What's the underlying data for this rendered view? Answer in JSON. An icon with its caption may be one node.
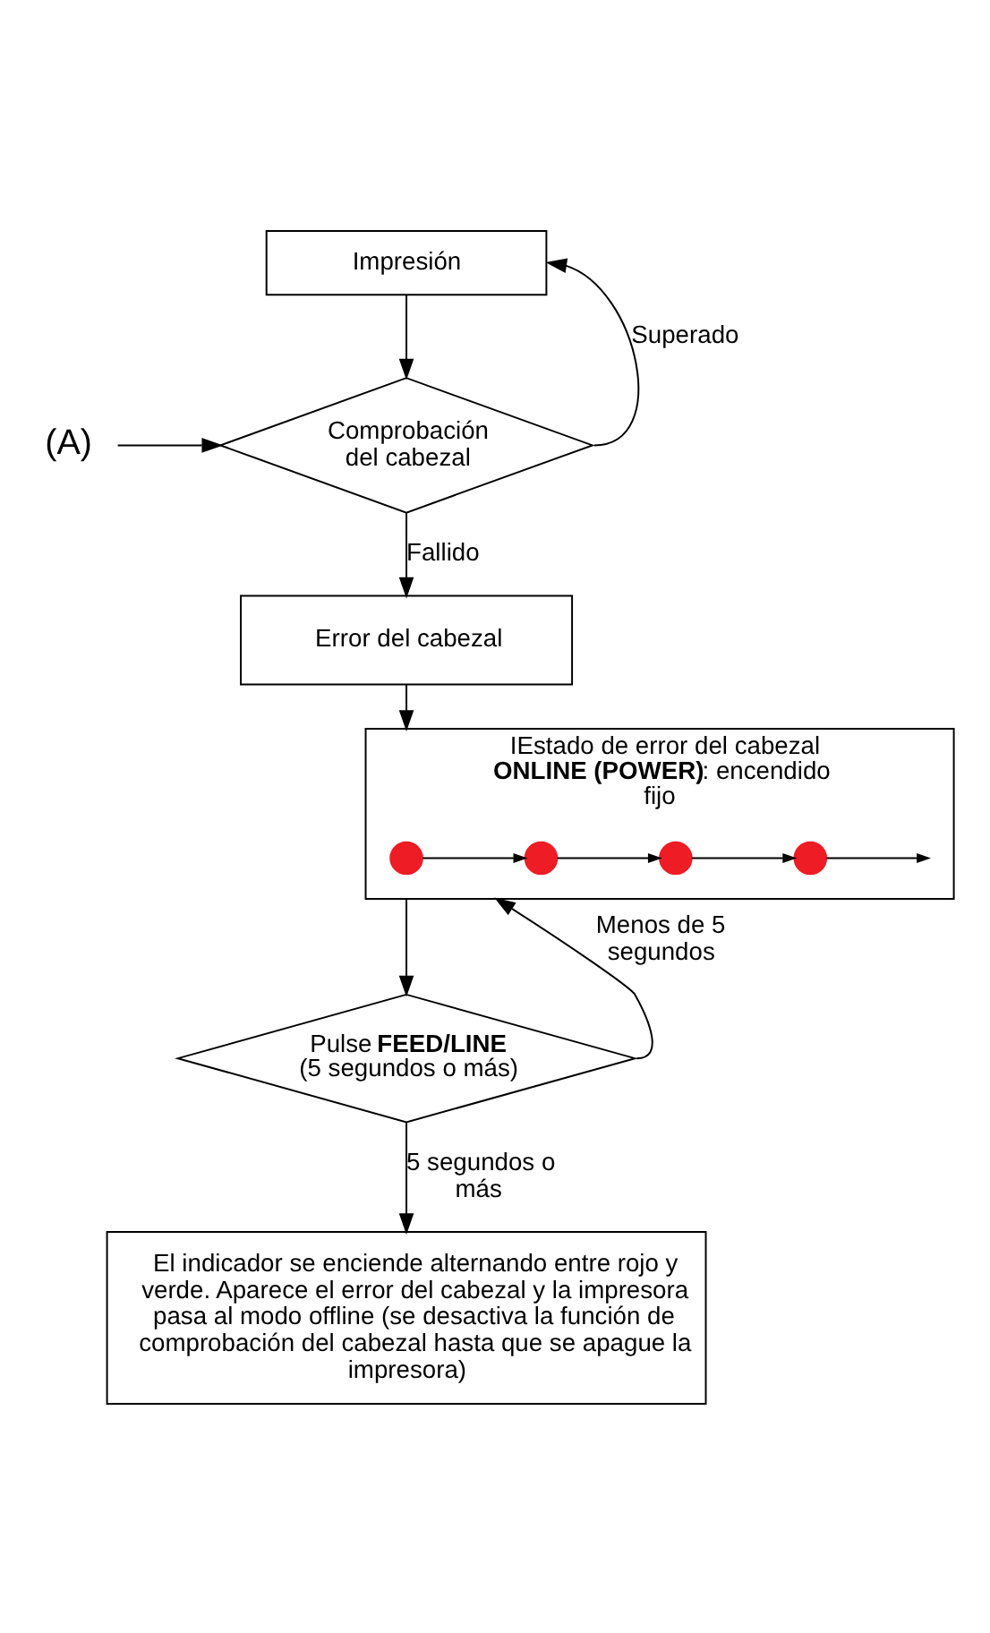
{
  "diagram": {
    "nodes": [
      {
        "text": [
          "(A)"
        ]
      },
      {
        "text": [
          "Impresión"
        ]
      },
      {
        "text": [
          "Comprobación del cabezal"
        ]
      },
      {
        "text": [
          "Error del cabezal"
        ]
      },
      {
        "text": [
          "IEstado de error del cabezal",
          "**ONLINE (POWER)**: encendido fijo"
        ]
      },
      {
        "text": [],
        "shape": "circle",
        "in": 4
      },
      {
        "text": [],
        "shape": "circle",
        "in": 4
      },
      {
        "text": [],
        "shape": "circle",
        "in": 4
      },
      {
        "text": [],
        "shape": "circle",
        "in": 4
      },
      {
        "text": [
          "Pulse **FEED/LINE** (5 segundos o más)"
        ]
      },
      {
        "text": [
          "El indicador se enciende alternando entre rojo y verde. Aparece el error del cabezal y la impresora pasa al modo offline (se desactiva la función de comprobación del cabezal hasta que se apague la impresora)"
        ]
      }
    ],
    "edges": [
      {
        "from": 0,
        "to": 2,
        "arrow": "to"
      },
      {
        "from": 1,
        "to": 2,
        "arrow": "to"
      },
      {
        "from": 2,
        "to": 1,
        "arrow": "to",
        "label": "Superado"
      },
      {
        "from": 2,
        "to": 3,
        "arrow": "to",
        "label": "Fallido"
      },
      {
        "from": 3,
        "to": 4,
        "arrow": "to"
      },
      {
        "from": 5,
        "to": 6,
        "arrow": "to"
      },
      {
        "from": 6,
        "to": 7,
        "arrow": "to"
      },
      {
        "from": 7,
        "to": 8,
        "arrow": "to"
      },
      {
        "from": 8,
        "to": null,
        "arrow": "to"
      },
      {
        "from": 4,
        "to": 9,
        "arrow": "to"
      },
      {
        "from": 9,
        "to": 4,
        "arrow": "to",
        "label": "Menos de 5 segundos"
      },
      {
        "from": 9,
        "to": 10,
        "arrow": "to",
        "label": "5 segundos o más"
      }
    ]
  }
}
